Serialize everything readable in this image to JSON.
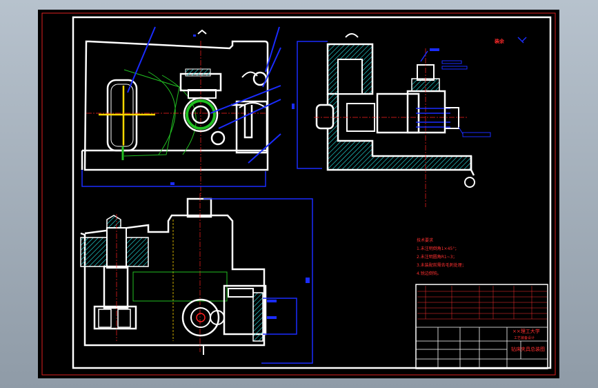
{
  "drawing": {
    "corner_mark": "装余",
    "tech_requirements": {
      "title": "技术要求",
      "items": [
        "1.未注明倒角1×45°；",
        "2.未注明圆角R1~3；",
        "3.未装配前需去毛刺处理；",
        "4.锐边倒钝。"
      ]
    },
    "title_block": {
      "school": "××理工大学",
      "subtitle": "工艺装备设计",
      "drawing_name": "钻床夹具总装图"
    },
    "colors": {
      "background": "#000000",
      "outline": "#ffffff",
      "annotation": "#1a2cff",
      "center_line": "#ff2020",
      "hatch": "#22d3d3",
      "hidden": "#22c022",
      "yellow": "#ffd800",
      "text": "#ff3030"
    }
  }
}
